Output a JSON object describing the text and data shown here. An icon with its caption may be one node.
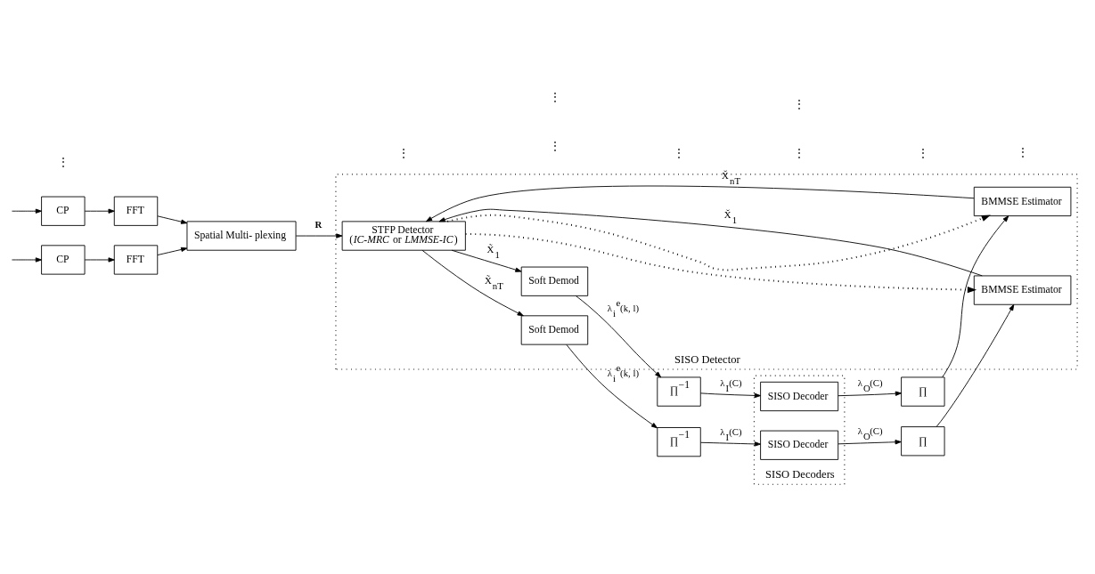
{
  "diagram": {
    "nodes": [
      {
        "text": [
          "CP"
        ]
      },
      {
        "text": [
          "FFT"
        ]
      },
      {
        "text": [
          "CP"
        ]
      },
      {
        "text": [
          "FFT"
        ]
      },
      {
        "text": [
          "Spatial Multi- plexing"
        ]
      },
      {
        "text": [
          "SISO Detector"
        ]
      },
      {
        "text": [
          "STFP Detector",
          "(*IC-MRC* or *LMMSE-IC*)"
        ],
        "in": 5
      },
      {
        "text": [
          "Soft Demod"
        ],
        "in": 5
      },
      {
        "text": [
          "Soft Demod"
        ],
        "in": 5
      },
      {
        "text": [
          "∏$^{−1}$"
        ]
      },
      {
        "text": [
          "∏$^{−1}$"
        ]
      },
      {
        "text": [
          "BMMSE Estimator"
        ],
        "in": 5
      },
      {
        "text": [
          "BMMSE Estimator"
        ],
        "in": 5
      },
      {
        "text": [
          "∏"
        ]
      },
      {
        "text": [
          "∏"
        ]
      },
      {
        "text": [
          "SISO Decoders"
        ]
      },
      {
        "text": [
          "SISO Decoder"
        ],
        "in": 15
      },
      {
        "text": [
          "SISO Decoder"
        ],
        "in": 15
      }
    ],
    "edges": [
      {
        "from": null,
        "to": 0,
        "arrow": "to"
      },
      {
        "from": 0,
        "to": 1,
        "arrow": "to"
      },
      {
        "from": 1,
        "to": 4,
        "arrow": "to"
      },
      {
        "from": null,
        "to": 2,
        "arrow": "to"
      },
      {
        "from": 2,
        "to": 3,
        "arrow": "to"
      },
      {
        "from": 3,
        "to": 4,
        "arrow": "to"
      },
      {
        "from": 4,
        "to": 6,
        "arrow": "to",
        "label": "**R**"
      },
      {
        "from": 6,
        "to": 7,
        "arrow": "to",
        "label": "X̃$_{1}$"
      },
      {
        "from": 6,
        "to": 8,
        "arrow": "to",
        "label": "X̃$_{nT}$"
      },
      {
        "from": 7,
        "to": 9,
        "arrow": "to",
        "label": "λ$_{i}$$^{e}$(k, l)"
      },
      {
        "from": 8,
        "to": 10,
        "arrow": "to",
        "label": "λ$_{i}$$^{e}$(k, l)"
      },
      {
        "from": 9,
        "to": 17,
        "arrow": "to",
        "label": "λ$_{I}$(C)"
      },
      {
        "from": 10,
        "to": 16,
        "arrow": "to",
        "label": "λ$_{I}$(C)"
      },
      {
        "from": 16,
        "to": 13,
        "arrow": "to",
        "label": "λ$_{O}$(C)"
      },
      {
        "from": 17,
        "to": 14,
        "arrow": "to",
        "label": "λ$_{O}$(C)"
      },
      {
        "from": 13,
        "to": 11,
        "arrow": "to"
      },
      {
        "from": 14,
        "to": 12,
        "arrow": "to"
      },
      {
        "from": 6,
        "to": 12,
        "arrow": "to",
        "style": "dashed"
      },
      {
        "from": 6,
        "to": 11,
        "arrow": "to",
        "style": "dashed"
      },
      {
        "from": 11,
        "to": 6,
        "arrow": "to",
        "label": "X̌$_{1}$"
      },
      {
        "from": 12,
        "to": 6,
        "arrow": "to",
        "label": "X̌$_{nT}$"
      }
    ],
    "labels": [
      "⋮",
      "⋮",
      "⋮",
      "⋮",
      "⋮",
      "⋮",
      "⋮",
      "⋮",
      "⋮"
    ]
  }
}
